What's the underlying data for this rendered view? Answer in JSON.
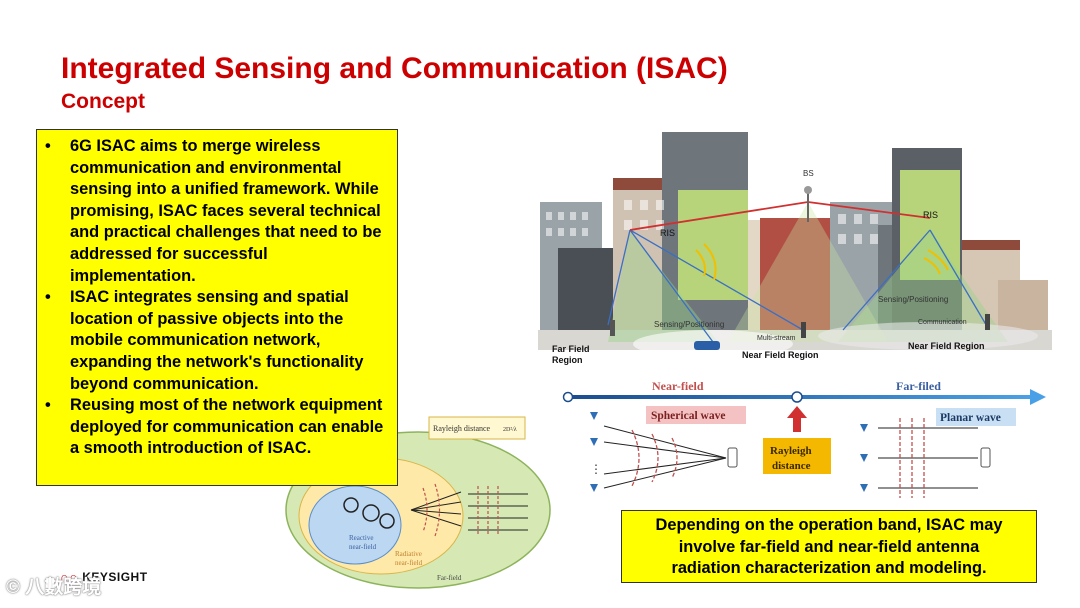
{
  "slide": {
    "title": "Integrated Sensing and Communication (ISAC)",
    "subtitle": "Concept"
  },
  "bullets": [
    "6G ISAC aims to merge wireless communication and environmental sensing into a unified framework. While promising, ISAC faces several technical and practical challenges that need to be addressed for successful implementation.",
    "ISAC integrates sensing and spatial location of passive objects into the mobile communication network, expanding the network's functionality beyond communication.",
    "Reusing most of the network equipment deployed for communication can enable a smooth introduction of ISAC."
  ],
  "bullet_symbol": "•",
  "callout": {
    "line1": "Depending on the operation band, ISAC may",
    "line2": "involve far-field and near-field antenna",
    "line3": "radiation characterization and modeling."
  },
  "city_figure": {
    "bs": "BS",
    "ris_left": "RIS",
    "ris_right": "RIS",
    "sensing_left": "Sensing/Positioning",
    "multi_stream": "Multi-stream",
    "sensing_right": "Sensing/Positioning",
    "communication": "Communication",
    "far_field_region_1": "Far Field",
    "far_field_region_2": "Region",
    "near_field_region_center": "Near Field Region",
    "near_field_region_right": "Near Field Region"
  },
  "field_figure": {
    "near_field": "Near-field",
    "far_field": "Far-filed",
    "spherical_wave": "Spherical wave",
    "planar_wave": "Planar wave",
    "rayleigh_1": "Rayleigh",
    "rayleigh_2": "distance",
    "dots": "⋮"
  },
  "ellipse_figure": {
    "rayleigh_label": "Rayleigh distance",
    "formula": "2D²/λ",
    "reactive_1": "Reactive",
    "reactive_2": "near-field",
    "radiative_1": "Radiative",
    "radiative_2": "near-field",
    "far_field": "Far-field"
  },
  "logo": {
    "mark": "∩∩",
    "text": "KEYSIGHT"
  },
  "watermark": "© 八數跨境",
  "colors": {
    "title_red": "#cc0000",
    "highlight_yellow": "#ffff00",
    "wave_blue": "#3a86d8",
    "near_red": "#c0504d",
    "rayleigh_orange": "#f5b800"
  }
}
